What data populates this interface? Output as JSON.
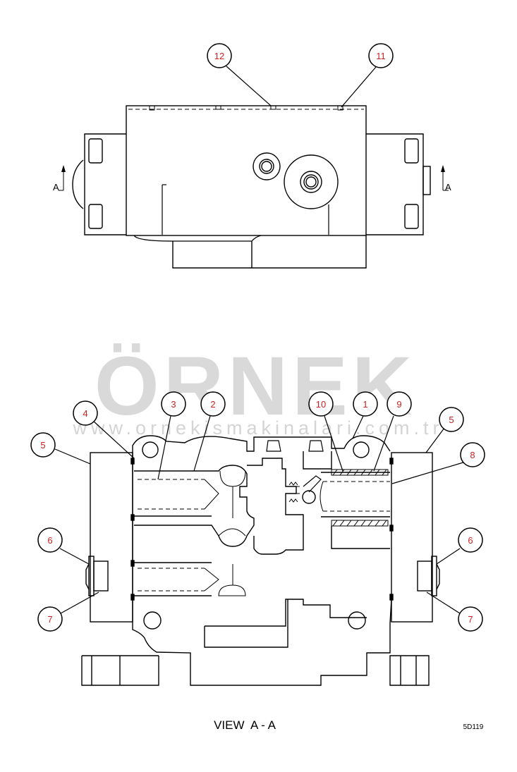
{
  "watermark": {
    "brand": "ÖRNEK",
    "url": "www.ornekismakinalari.com.tr"
  },
  "top_view": {
    "section_marks": [
      "A",
      "A"
    ],
    "callouts": [
      "12",
      "11"
    ]
  },
  "section_view": {
    "callouts": [
      "1",
      "2",
      "3",
      "4",
      "5",
      "5",
      "6",
      "6",
      "7",
      "7",
      "8",
      "9",
      "10"
    ]
  },
  "caption": "VIEW  A - A",
  "figure_number": "5D119"
}
